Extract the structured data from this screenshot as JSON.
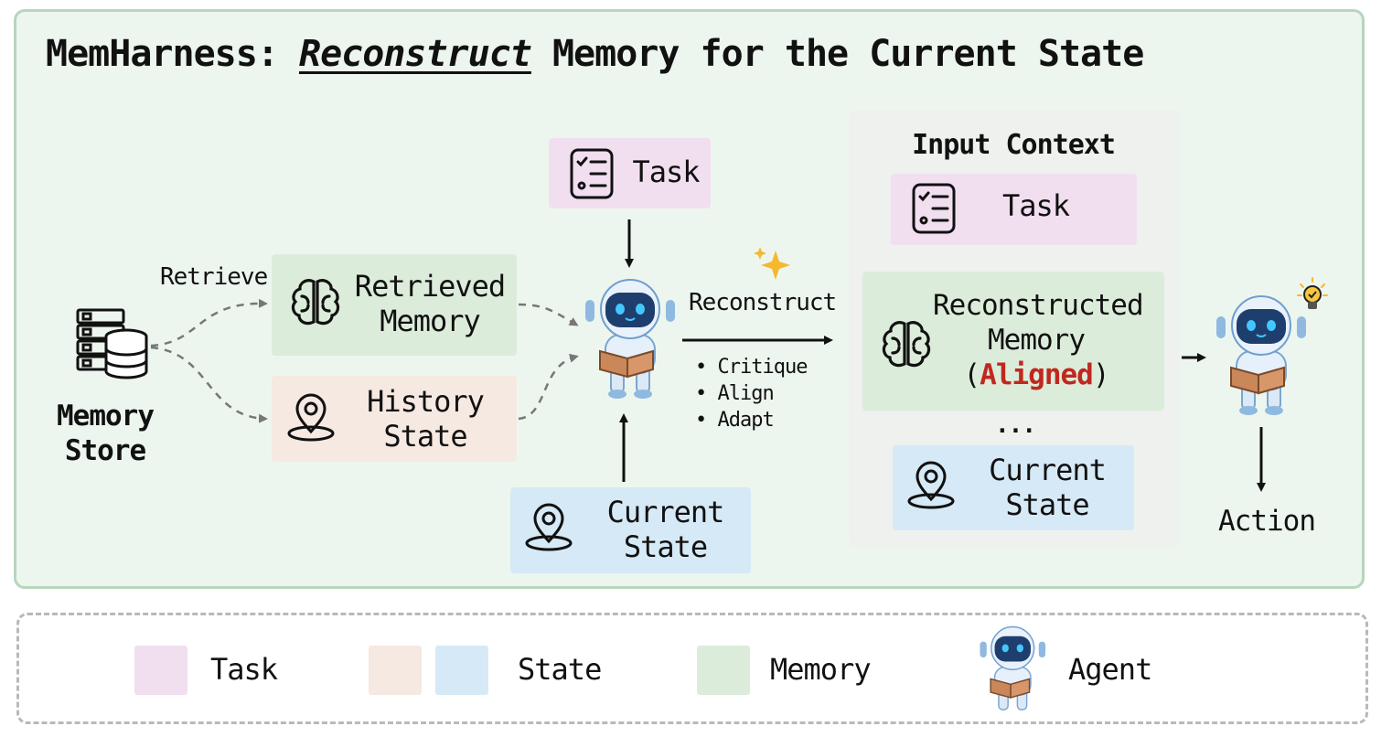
{
  "title": {
    "prefix": "MemHarness: ",
    "emphasis": "Reconstruct",
    "suffix": " Memory for the Current State"
  },
  "memory_store": {
    "line1": "Memory",
    "line2": "Store"
  },
  "retrieve_label": "Retrieve",
  "retrieved_memory": {
    "line1": "Retrieved",
    "line2": "Memory"
  },
  "history_state": {
    "line1": "History",
    "line2": "State"
  },
  "task_top": "Task",
  "current_state_bottom": {
    "line1": "Current",
    "line2": "State"
  },
  "reconstruct_label": "Reconstruct",
  "reconstruct_steps": [
    "Critique",
    "Align",
    "Adapt"
  ],
  "input_context": {
    "title": "Input Context",
    "task": "Task",
    "memory": {
      "line1": "Reconstructed",
      "line2": "Memory",
      "open": "(",
      "aligned": "Aligned",
      "close": ")"
    },
    "ellipsis": "...",
    "state": {
      "line1": "Current",
      "line2": "State"
    }
  },
  "action_label": "Action",
  "legend": {
    "task": "Task",
    "state": "State",
    "memory": "Memory",
    "agent": "Agent"
  },
  "colors": {
    "task": "#f1dff0",
    "memory": "#dcecda",
    "history": "#f5e9e2",
    "state": "#d6e9f6",
    "aligned": "#c0281f",
    "panel": "#edf6ee"
  }
}
